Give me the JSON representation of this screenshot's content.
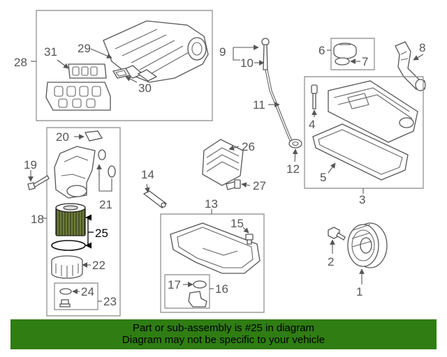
{
  "callouts": {
    "c1": "1",
    "c2": "2",
    "c3": "3",
    "c4": "4",
    "c5": "5",
    "c6": "6",
    "c7": "7",
    "c8": "8",
    "c9": "9",
    "c10": "10",
    "c11": "11",
    "c12": "12",
    "c13": "13",
    "c14": "14",
    "c15": "15",
    "c16": "16",
    "c17": "17",
    "c18": "18",
    "c19": "19",
    "c20": "20",
    "c21": "21",
    "c22": "22",
    "c23": "23",
    "c24": "24",
    "c25": "25",
    "c26": "26",
    "c27": "27",
    "c28": "28",
    "c29": "29",
    "c30": "30",
    "c31": "31"
  },
  "highlight": {
    "part_number": "25",
    "color": "#000000"
  },
  "footer": {
    "line1": "Part or sub-assembly is #25 in diagram",
    "line2": "Diagram may not be specific to your vehicle",
    "background": "#2f7d13"
  }
}
